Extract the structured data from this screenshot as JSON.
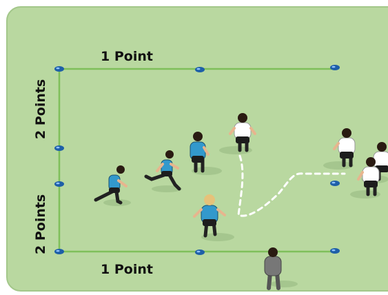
{
  "labels": {
    "top": "1 Point",
    "bottom": "1 Point",
    "left_upper": "2 Points",
    "left_lower": "2 Points"
  },
  "colors": {
    "pitch": "#b9d8a0",
    "pitch_edge": "#a3c78a",
    "line": "#7fbf5b",
    "cone": "#1e5fa8",
    "blue_team": "#3399cc",
    "white_team": "#ffffff",
    "coach": "#777777",
    "run_path": "#ffffff"
  },
  "icons": {
    "cone": "cone-icon",
    "attacker": "player-blue-icon",
    "defender": "player-white-icon",
    "coach": "coach-icon"
  }
}
